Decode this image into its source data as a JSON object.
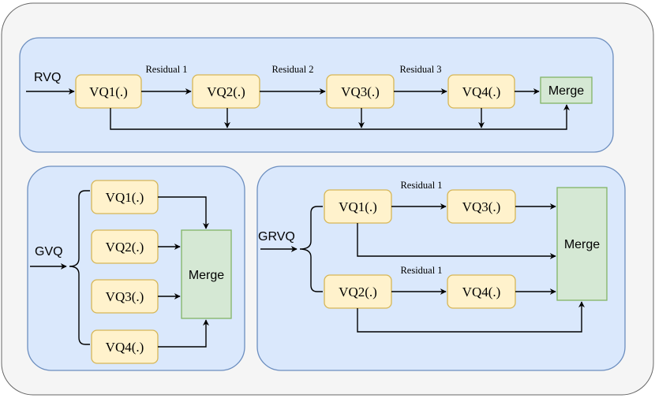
{
  "rvq": {
    "label": "RVQ",
    "blocks": [
      "VQ1(.)",
      "VQ2(.)",
      "VQ3(.)",
      "VQ4(.)"
    ],
    "merge": "Merge",
    "residuals": [
      "Residual 1",
      "Residual 2",
      "Residual 3"
    ]
  },
  "gvq": {
    "label": "GVQ",
    "blocks": [
      "VQ1(.)",
      "VQ2(.)",
      "VQ3(.)",
      "VQ4(.)"
    ],
    "merge": "Merge"
  },
  "grvq": {
    "label": "GRVQ",
    "blocks": [
      "VQ1(.)",
      "VQ3(.)",
      "VQ2(.)",
      "VQ4(.)"
    ],
    "merge": "Merge",
    "residuals": [
      "Residual 1",
      "Residual 1"
    ]
  },
  "colors": {
    "panel_fill": "#dae8fc",
    "panel_stroke": "#6c8ebf",
    "vq_fill": "#fff2cc",
    "vq_stroke": "#d6b656",
    "merge_fill": "#d5e8d4",
    "merge_stroke": "#82b366"
  }
}
